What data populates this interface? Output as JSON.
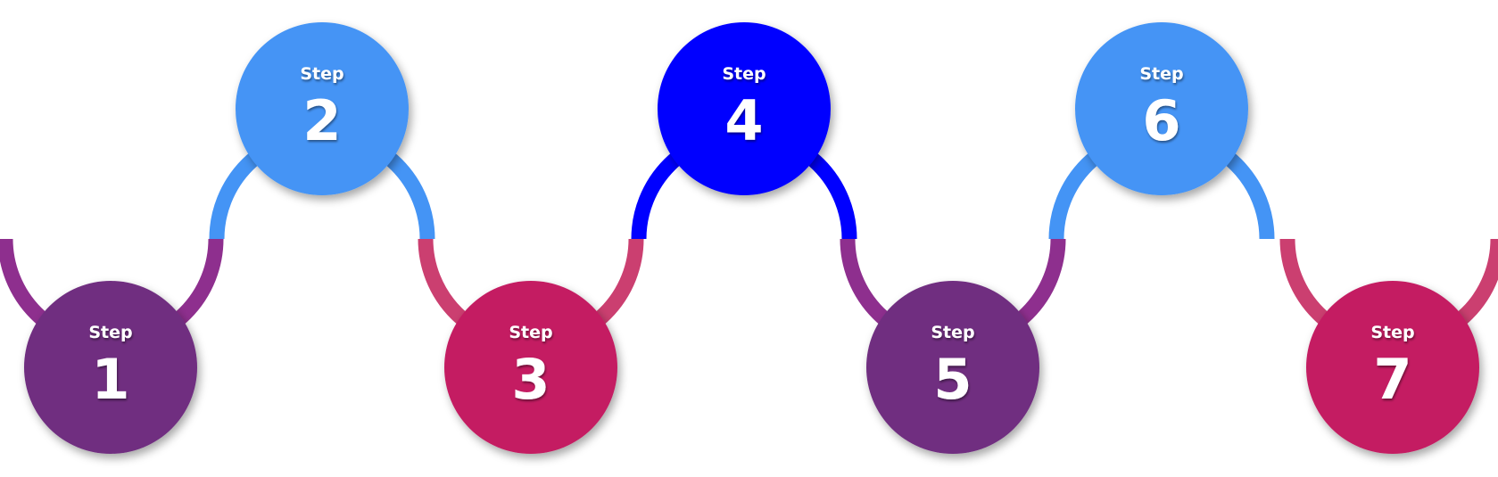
{
  "steps": [
    {
      "label": "Step",
      "number": "1",
      "color": "#702f80"
    },
    {
      "label": "Step",
      "number": "2",
      "color": "#4494f5"
    },
    {
      "label": "Step",
      "number": "3",
      "color": "#c41f62"
    },
    {
      "label": "Step",
      "number": "4",
      "color": "#0000ff"
    },
    {
      "label": "Step",
      "number": "5",
      "color": "#702f80"
    },
    {
      "label": "Step",
      "number": "6",
      "color": "#4494f5"
    },
    {
      "label": "Step",
      "number": "7",
      "color": "#c41f62"
    }
  ],
  "connector_colors": {
    "purple": "#8e2f8e",
    "blue": "#4494f5",
    "pink": "#cb3f70",
    "deep_blue": "#0000ff"
  }
}
